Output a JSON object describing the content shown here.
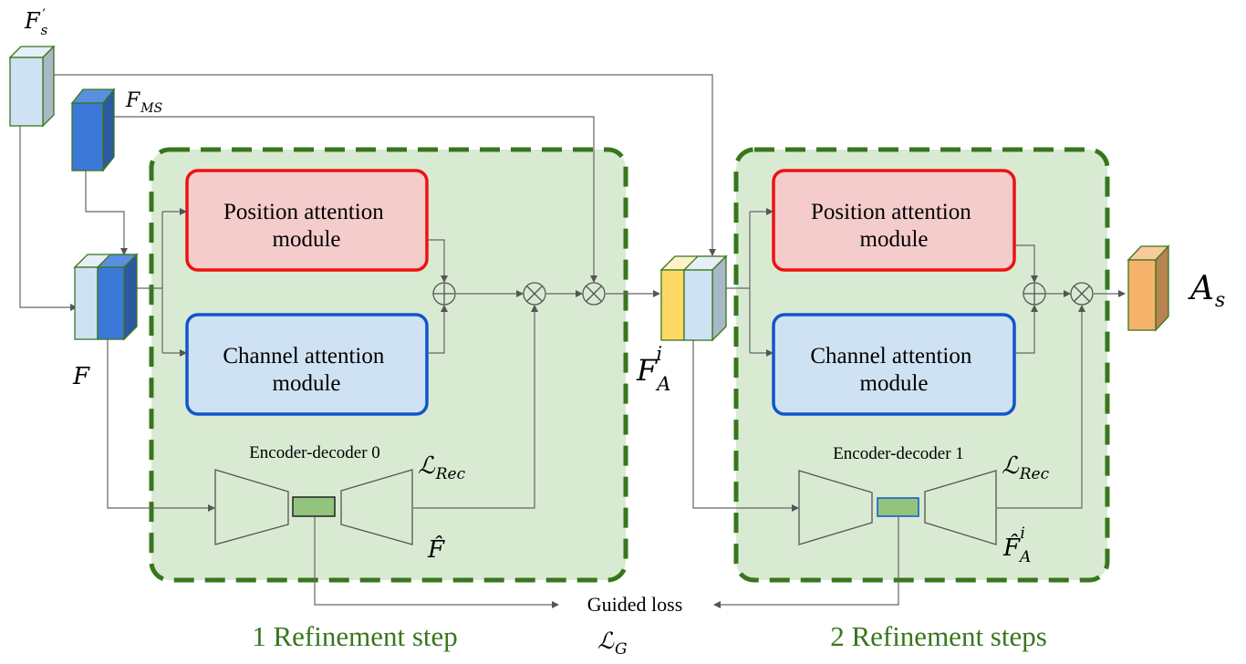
{
  "colors": {
    "group_fill": "#d9ead3",
    "group_border": "#38761d",
    "position_fill": "#f4cccc",
    "position_border": "#ee1111",
    "channel_fill": "#cfe2f3",
    "channel_border": "#1155cc",
    "step_label": "#38761d",
    "line": "#555555",
    "block_light": "#cfe2f3",
    "block_blue": "#3c78d8",
    "block_yellow": "#ffd966",
    "block_orange": "#f6b26b",
    "bottleneck": "#93c47d"
  },
  "group1": {
    "position_module": [
      "Position attention",
      "module"
    ],
    "channel_module": [
      "Channel attention",
      "module"
    ],
    "encoder_title": "Encoder-decoder 0",
    "step_label": "1 Refinement step"
  },
  "group2": {
    "position_module": [
      "Position attention",
      "module"
    ],
    "channel_module": [
      "Channel attention",
      "module"
    ],
    "encoder_title": "Encoder-decoder 1",
    "step_label": "2 Refinement steps"
  },
  "symbols": {
    "fs_prime": "F",
    "fs_sub": "s",
    "fs_sup": "′",
    "fms": "F",
    "fms_sub": "MS",
    "f": "F",
    "fai": "F",
    "fai_sub": "A",
    "fai_sup": "i",
    "as": "A",
    "as_sub": "s",
    "lrec": "ℒ",
    "lrec_sub": "Rec",
    "fhat": "F̂",
    "fhat_a": "F̂",
    "fhat_a_sub": "A",
    "fhat_a_sup": "i",
    "lg": "ℒ",
    "lg_sub": "G"
  },
  "guided_loss": "Guided loss"
}
